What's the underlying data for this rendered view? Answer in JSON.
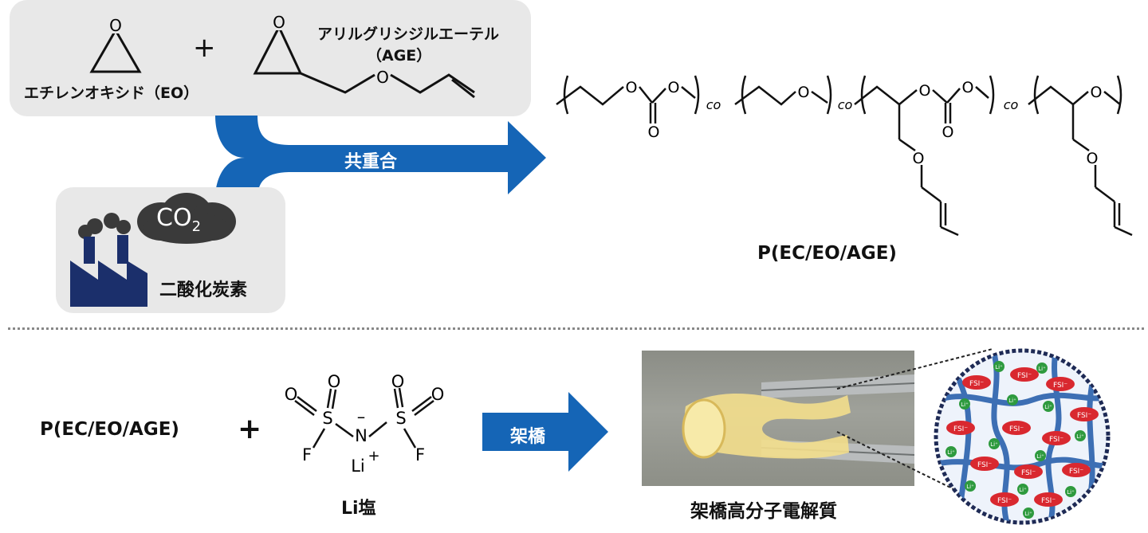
{
  "top": {
    "eo_label": "エチレンオキシド（EO）",
    "plus": "+",
    "age_label_line1": "アリルグリシジルエーテル",
    "age_label_line2": "（AGE）",
    "arrow_label": "共重合",
    "co2_label": "CO",
    "co2_sub": "2",
    "co2_caption": "二酸化炭素",
    "polymer_name": "P(EC/EO/AGE)",
    "co": "co",
    "atom_O": "O"
  },
  "bottom": {
    "polymer_name": "P(EC/EO/AGE)",
    "plus": "+",
    "li_salt_label": "Li塩",
    "arrow_label": "架橋",
    "photo_caption": "架橋高分子電解質",
    "ion_fsi": "FSI⁻",
    "ion_li": "Li⁺",
    "atom_S": "S",
    "atom_N": "N",
    "atom_F": "F",
    "atom_Li": "Li",
    "minus": "–",
    "plus_charge": "+"
  },
  "colors": {
    "arrow_blue": "#1565b6",
    "panel_gray": "#e8e8e8",
    "factory_navy": "#1b2f6b",
    "cloud_dark": "#3a3a3a",
    "fsi_red": "#d9282f",
    "li_green": "#2e9a3e",
    "network_blue": "#3d6fb4"
  }
}
